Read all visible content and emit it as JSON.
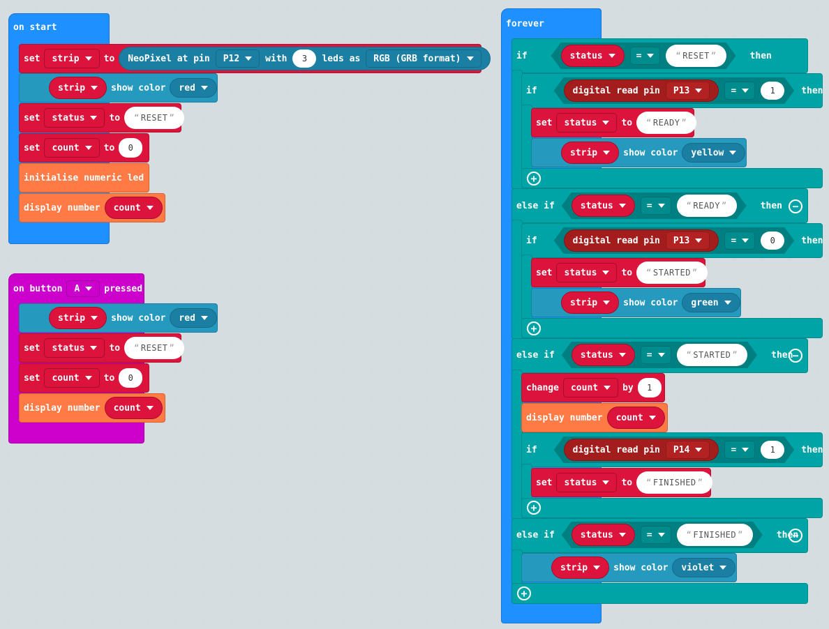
{
  "on_start": {
    "title": "on start",
    "set_strip": {
      "set": "set",
      "var": "strip",
      "to": "to",
      "neopixel": "NeoPixel at pin",
      "pin": "P12",
      "with": "with",
      "leds": "3",
      "leds_as": "leds as",
      "format": "RGB (GRB format)"
    },
    "show_color": {
      "strip": "strip",
      "label": "show color",
      "color": "red"
    },
    "set_status": {
      "set": "set",
      "var": "status",
      "to": "to",
      "value": "RESET"
    },
    "set_count": {
      "set": "set",
      "var": "count",
      "to": "to",
      "value": "0"
    },
    "init": {
      "label": "initialise numeric led"
    },
    "display": {
      "label": "display number",
      "var": "count"
    }
  },
  "on_button": {
    "on": "on button",
    "button": "A",
    "pressed": "pressed",
    "show_color": {
      "strip": "strip",
      "label": "show color",
      "color": "red"
    },
    "set_status": {
      "set": "set",
      "var": "status",
      "to": "to",
      "value": "RESET"
    },
    "set_count": {
      "set": "set",
      "var": "count",
      "to": "to",
      "value": "0"
    },
    "display": {
      "label": "display number",
      "var": "count"
    }
  },
  "forever": {
    "title": "forever",
    "kw": {
      "if": "if",
      "else_if": "else if",
      "then": "then",
      "eq": "=",
      "set": "set",
      "to": "to",
      "strip": "strip",
      "show_color": "show color",
      "status": "status",
      "digital_read": "digital read pin"
    },
    "b1": {
      "status_val": "RESET",
      "pin": "P13",
      "read_val": "1",
      "set_val": "READY",
      "color": "yellow"
    },
    "b2": {
      "status_val": "READY",
      "pin": "P13",
      "read_val": "0",
      "set_val": "STARTED",
      "color": "green"
    },
    "b3": {
      "status_val": "STARTED",
      "change": "change",
      "count": "count",
      "by": "by",
      "by_val": "1",
      "display": "display number",
      "pin": "P14",
      "read_val": "1",
      "set_val": "FINISHED"
    },
    "b4": {
      "status_val": "FINISHED",
      "color": "violet"
    }
  },
  "colors": {
    "event": "#1e90ff",
    "variables": "#dc143c",
    "neopixel": "#2699bf",
    "logic": "#00a4a6",
    "input": "#cc00cc",
    "numeric_led": "#ff7a45"
  }
}
